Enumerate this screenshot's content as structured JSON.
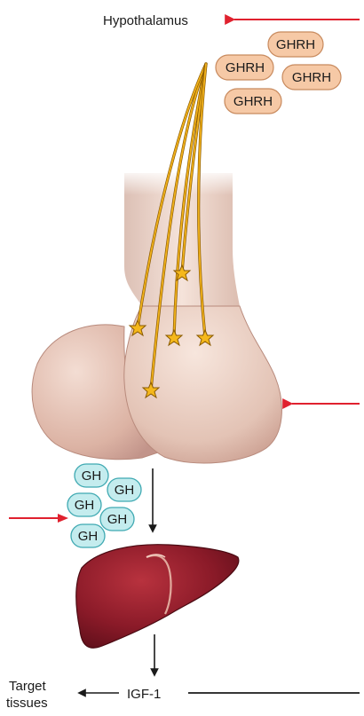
{
  "labels": {
    "hypothalamus": "Hypothalamus",
    "igf": "IGF-1",
    "target_line1": "Target",
    "target_line2": "tissues"
  },
  "ghrh_pills": [
    "GHRH",
    "GHRH",
    "GHRH",
    "GHRH"
  ],
  "gh_pills": [
    "GH",
    "GH",
    "GH",
    "GH",
    "GH"
  ],
  "colors": {
    "red_arrow": "#e0212e",
    "ghrh_fill": "#f6c9a6",
    "ghrh_stroke": "#c88a5e",
    "gh_fill": "#c4ecee",
    "gh_stroke": "#3fa9b2",
    "pituitary": "#e4c0b3",
    "neuron": "#e6a516",
    "liver": "#8a1a28"
  }
}
